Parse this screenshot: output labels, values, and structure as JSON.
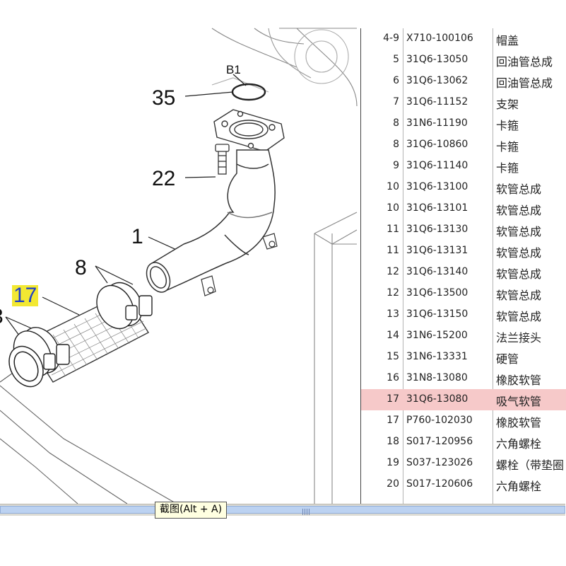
{
  "diagram": {
    "labels": {
      "b1": "B1",
      "c35": "35",
      "c22": "22",
      "c1": "1",
      "c8": "8",
      "c17": "17",
      "c3_partial": "3"
    }
  },
  "parts": {
    "rows": [
      {
        "idx": "4-9",
        "code": "X710-100106",
        "name": "帽盖"
      },
      {
        "idx": "5",
        "code": "31Q6-13050",
        "name": "回油管总成"
      },
      {
        "idx": "6",
        "code": "31Q6-13062",
        "name": "回油管总成"
      },
      {
        "idx": "7",
        "code": "31Q6-11152",
        "name": "支架"
      },
      {
        "idx": "8",
        "code": "31N6-11190",
        "name": "卡箍"
      },
      {
        "idx": "8",
        "code": "31Q6-10860",
        "name": "卡箍"
      },
      {
        "idx": "9",
        "code": "31Q6-11140",
        "name": "卡箍"
      },
      {
        "idx": "10",
        "code": "31Q6-13100",
        "name": "软管总成"
      },
      {
        "idx": "10",
        "code": "31Q6-13101",
        "name": "软管总成"
      },
      {
        "idx": "11",
        "code": "31Q6-13130",
        "name": "软管总成"
      },
      {
        "idx": "11",
        "code": "31Q6-13131",
        "name": "软管总成"
      },
      {
        "idx": "12",
        "code": "31Q6-13140",
        "name": "软管总成"
      },
      {
        "idx": "12",
        "code": "31Q6-13500",
        "name": "软管总成"
      },
      {
        "idx": "13",
        "code": "31Q6-13150",
        "name": "软管总成"
      },
      {
        "idx": "14",
        "code": "31N6-15200",
        "name": "法兰接头"
      },
      {
        "idx": "15",
        "code": "31N6-13331",
        "name": "硬管"
      },
      {
        "idx": "16",
        "code": "31N8-13080",
        "name": "橡胶软管"
      },
      {
        "idx": "17",
        "code": "31Q6-13080",
        "name": "吸气软管",
        "selected": true
      },
      {
        "idx": "17",
        "code": "P760-102030",
        "name": "橡胶软管"
      },
      {
        "idx": "18",
        "code": "S017-120956",
        "name": "六角螺栓"
      },
      {
        "idx": "19",
        "code": "S037-123026",
        "name": "螺栓（带垫圈"
      },
      {
        "idx": "20",
        "code": "S017-120606",
        "name": "六角螺栓"
      }
    ]
  },
  "tooltip": {
    "text": "截图(Alt + A)"
  },
  "colors": {
    "selected_row": "#f6c9c9",
    "highlight_label_bg": "#f2e832",
    "highlight_label_fg": "#1d3fc8",
    "scroll_thumb": "#bcd2f1"
  }
}
